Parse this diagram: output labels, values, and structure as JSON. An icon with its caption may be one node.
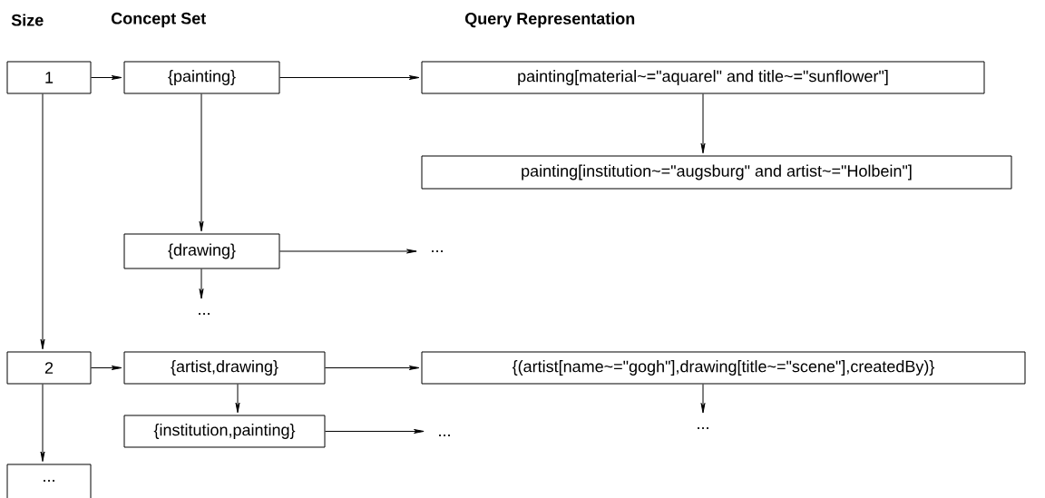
{
  "diagram": {
    "nodes": [
      {
        "text": [
          "1"
        ]
      },
      {
        "text": [
          "{painting}"
        ]
      },
      {
        "text": [
          "painting[material~=\"aquarel\" and title~=\"sunflower\"]"
        ]
      },
      {
        "text": [
          "painting[institution~=\"augsburg\" and artist~=\"Holbein\"]"
        ]
      },
      {
        "text": [
          "{drawing}"
        ]
      },
      {
        "text": [
          "..."
        ]
      },
      {
        "text": [
          "..."
        ]
      },
      {
        "text": [
          "2"
        ]
      },
      {
        "text": [
          "{artist,drawing}"
        ]
      },
      {
        "text": [
          "{(artist[name~=\"gogh\"],drawing[title~=\"scene\"],createdBy)}"
        ]
      },
      {
        "text": [
          "..."
        ]
      },
      {
        "text": [
          "{institution,painting}"
        ]
      },
      {
        "text": [
          "..."
        ]
      },
      {
        "text": [
          "..."
        ]
      }
    ],
    "edges": [
      {
        "from": 0,
        "to": 1,
        "arrow": "to"
      },
      {
        "from": 1,
        "to": 2,
        "arrow": "to"
      },
      {
        "from": 2,
        "to": 3,
        "arrow": "to"
      },
      {
        "from": 1,
        "to": 4,
        "arrow": "to"
      },
      {
        "from": 4,
        "to": 5,
        "arrow": "to"
      },
      {
        "from": 4,
        "to": 6,
        "arrow": "to"
      },
      {
        "from": 0,
        "to": 7,
        "arrow": "to"
      },
      {
        "from": 7,
        "to": 8,
        "arrow": "to"
      },
      {
        "from": 8,
        "to": 9,
        "arrow": "to"
      },
      {
        "from": 9,
        "to": 10,
        "arrow": "to"
      },
      {
        "from": 8,
        "to": 11,
        "arrow": "to"
      },
      {
        "from": 11,
        "to": 12,
        "arrow": "to"
      },
      {
        "from": 7,
        "to": 13,
        "arrow": "to"
      }
    ],
    "labels": [
      "Size",
      "Concept Set",
      "Query Representation"
    ]
  }
}
